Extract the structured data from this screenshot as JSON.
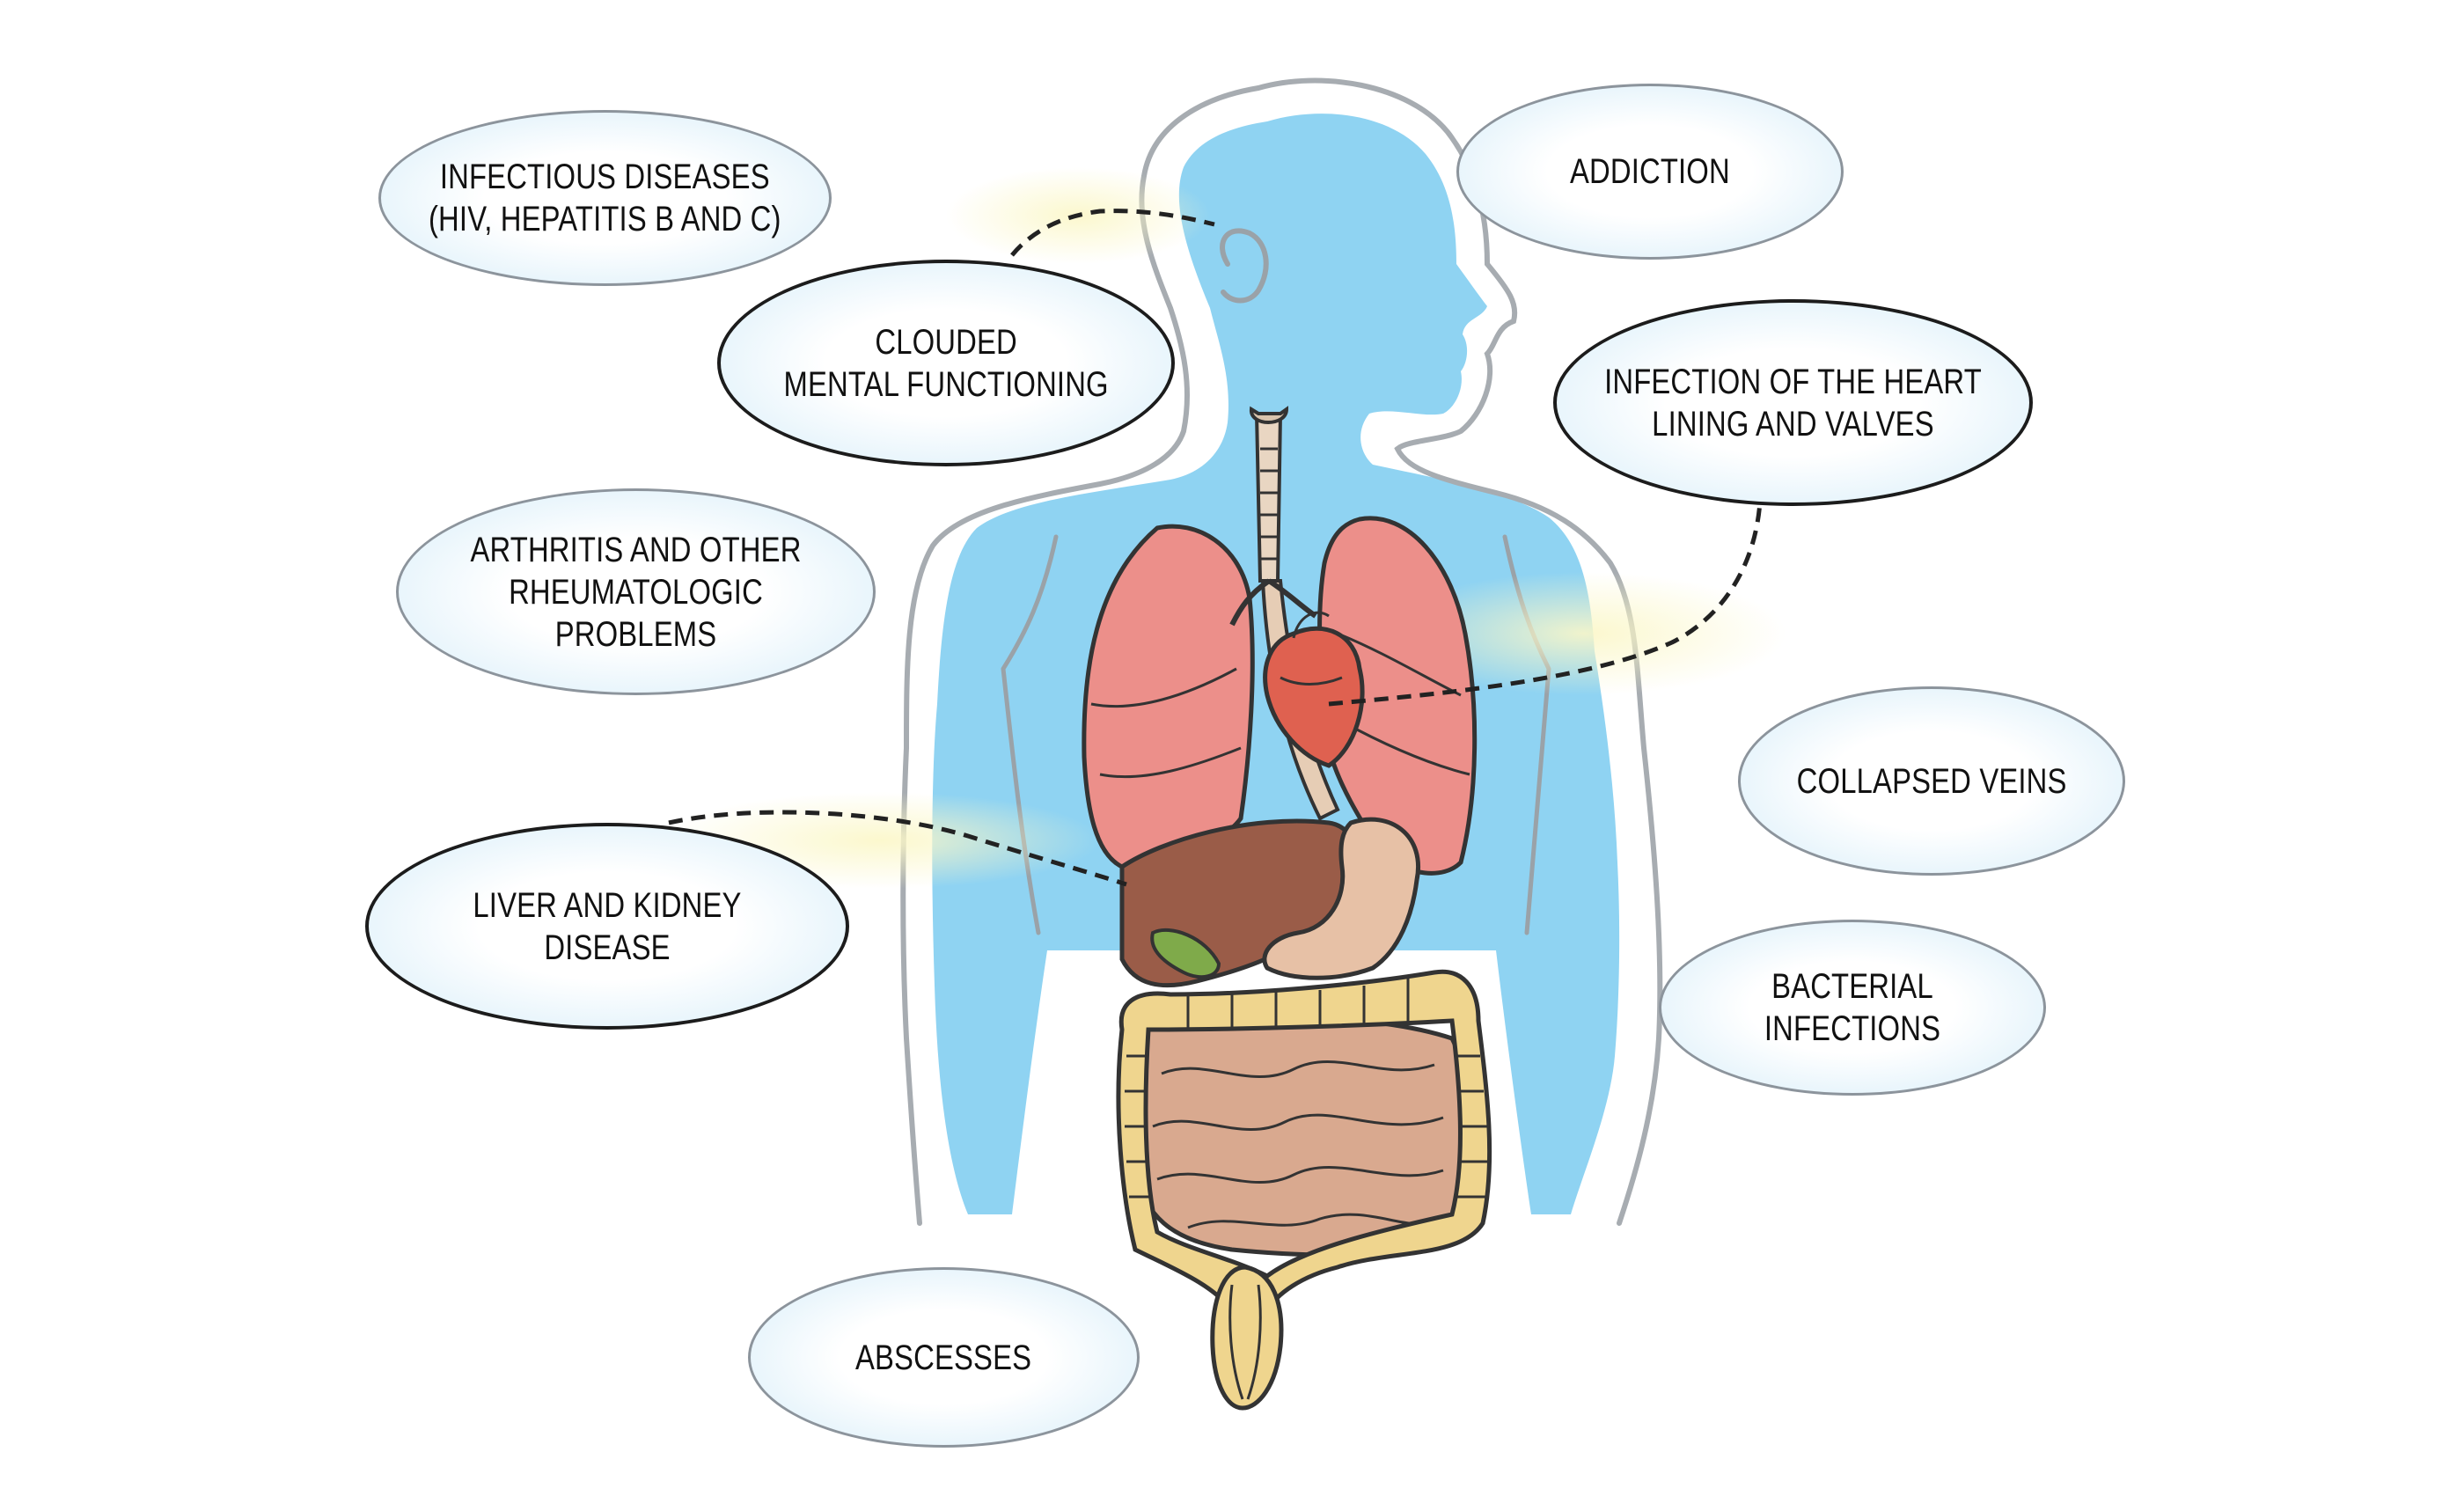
{
  "labels": {
    "infectious_diseases": "INFECTIOUS DISEASES\n(HIV, HEPATITIS B AND C)",
    "addiction": "ADDICTION",
    "clouded_mental": "CLOUDED\nMENTAL FUNCTIONING",
    "heart_infection": "INFECTION OF THE HEART\nLINING AND VALVES",
    "arthritis": "ARTHRITIS AND OTHER\nRHEUMATOLOGIC PROBLEMS",
    "collapsed_veins": "COLLAPSED VEINS",
    "liver_kidney": "LIVER AND KIDNEY DISEASE",
    "bacterial_infections": "BACTERIAL INFECTIONS",
    "abscesses": "ABSCESSES"
  },
  "colors": {
    "body_fill": "#8fd3f2",
    "body_outline": "#a7acb1",
    "lungs": "#ec8f8a",
    "heart": "#df6150",
    "liver": "#9a5c48",
    "stomach": "#e7c1a6",
    "intestine_small": "#d9a98f",
    "intestine_large": "#efd58e",
    "gallbladder": "#7faa4a"
  }
}
